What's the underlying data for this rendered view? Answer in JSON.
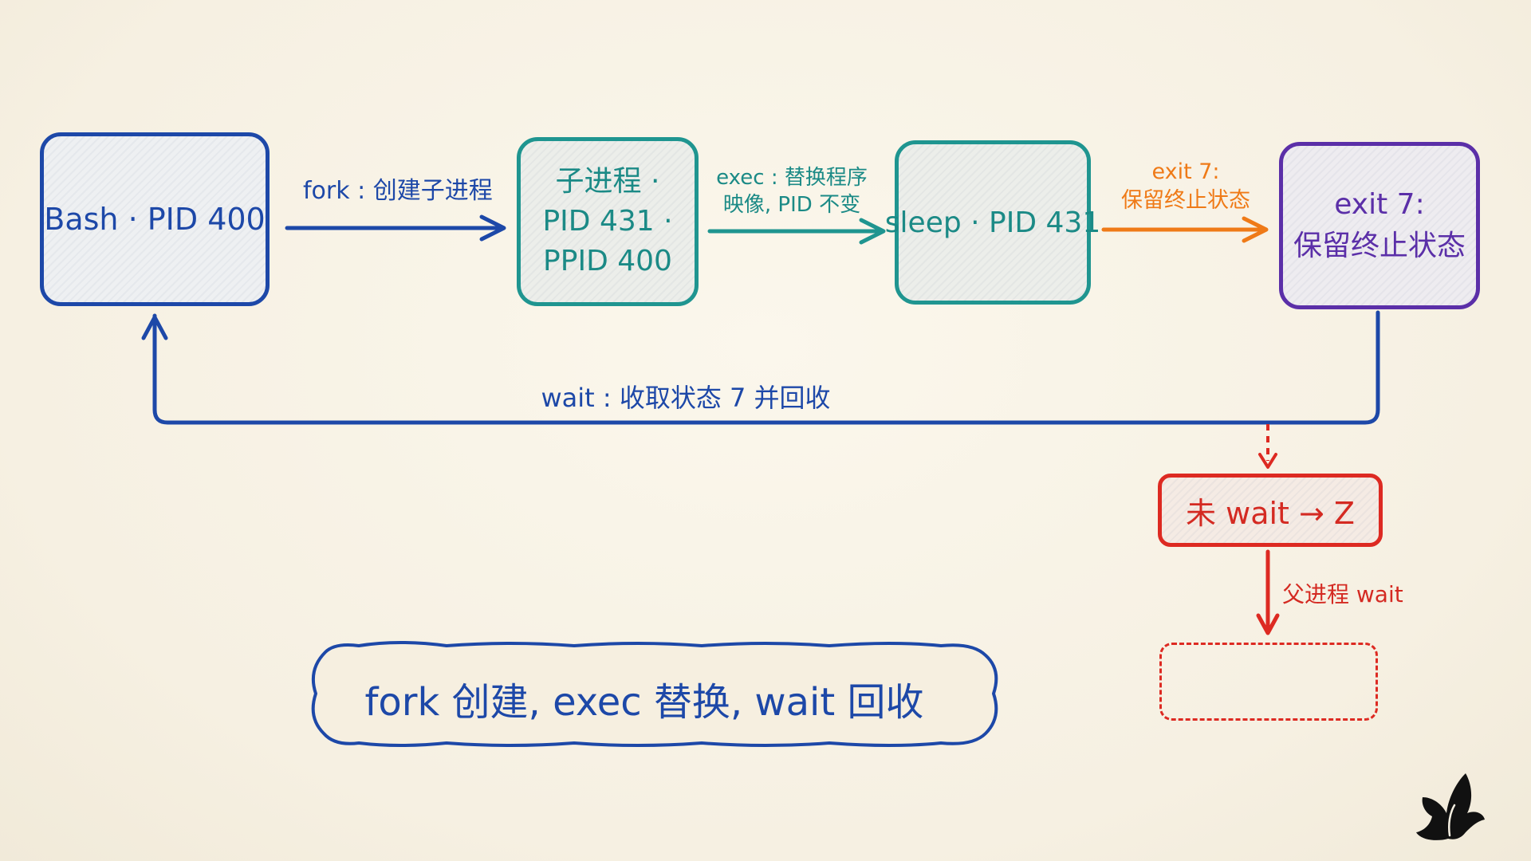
{
  "nodes": {
    "bash": "Bash · PID 400",
    "child": [
      "子进程 ·",
      "PID 431 ·",
      "PPID 400"
    ],
    "sleep": "sleep · PID 431",
    "exit": [
      "exit 7:",
      "保留终止状态"
    ],
    "zombie": "未 wait → Z",
    "reaped": ""
  },
  "edges": {
    "fork": "fork : 创建子进程",
    "exec": [
      "exec : 替换程序",
      "映像, PID 不变"
    ],
    "exit": [
      "exit 7:",
      "保留终止状态"
    ],
    "wait": "wait : 收取状态 7 并回收",
    "parent_wait": "父进程 wait"
  },
  "callout": "fork 创建, exec 替换, wait 回收",
  "icons": {
    "logo": "butterfly-icon"
  },
  "colors": {
    "blue": "#1d48a8",
    "teal": "#1f9590",
    "purple": "#5b2fa8",
    "orange": "#ef7a17",
    "red": "#dd2a22",
    "background": "#f8f3e7"
  }
}
